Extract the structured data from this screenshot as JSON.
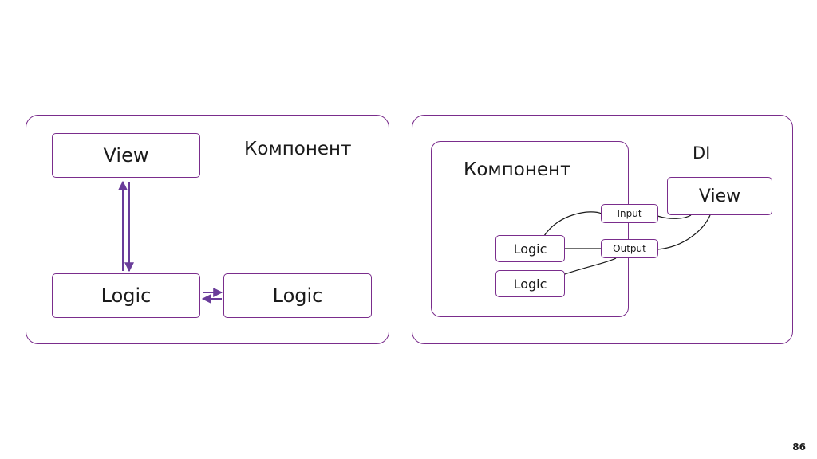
{
  "left_panel": {
    "title": "Компонент",
    "view_label": "View",
    "logic_label": "Logic",
    "logic2_label": "Logic"
  },
  "right_panel": {
    "title": "DI",
    "inner_title": "Компонент",
    "view_label": "View",
    "input_label": "Input",
    "output_label": "Output",
    "logic_label": "Logic",
    "logic2_label": "Logic"
  },
  "page_number": "86",
  "colors": {
    "accent": "#7a2d8c",
    "arrow": "#6a3d9a",
    "line": "#1a1a1a"
  }
}
